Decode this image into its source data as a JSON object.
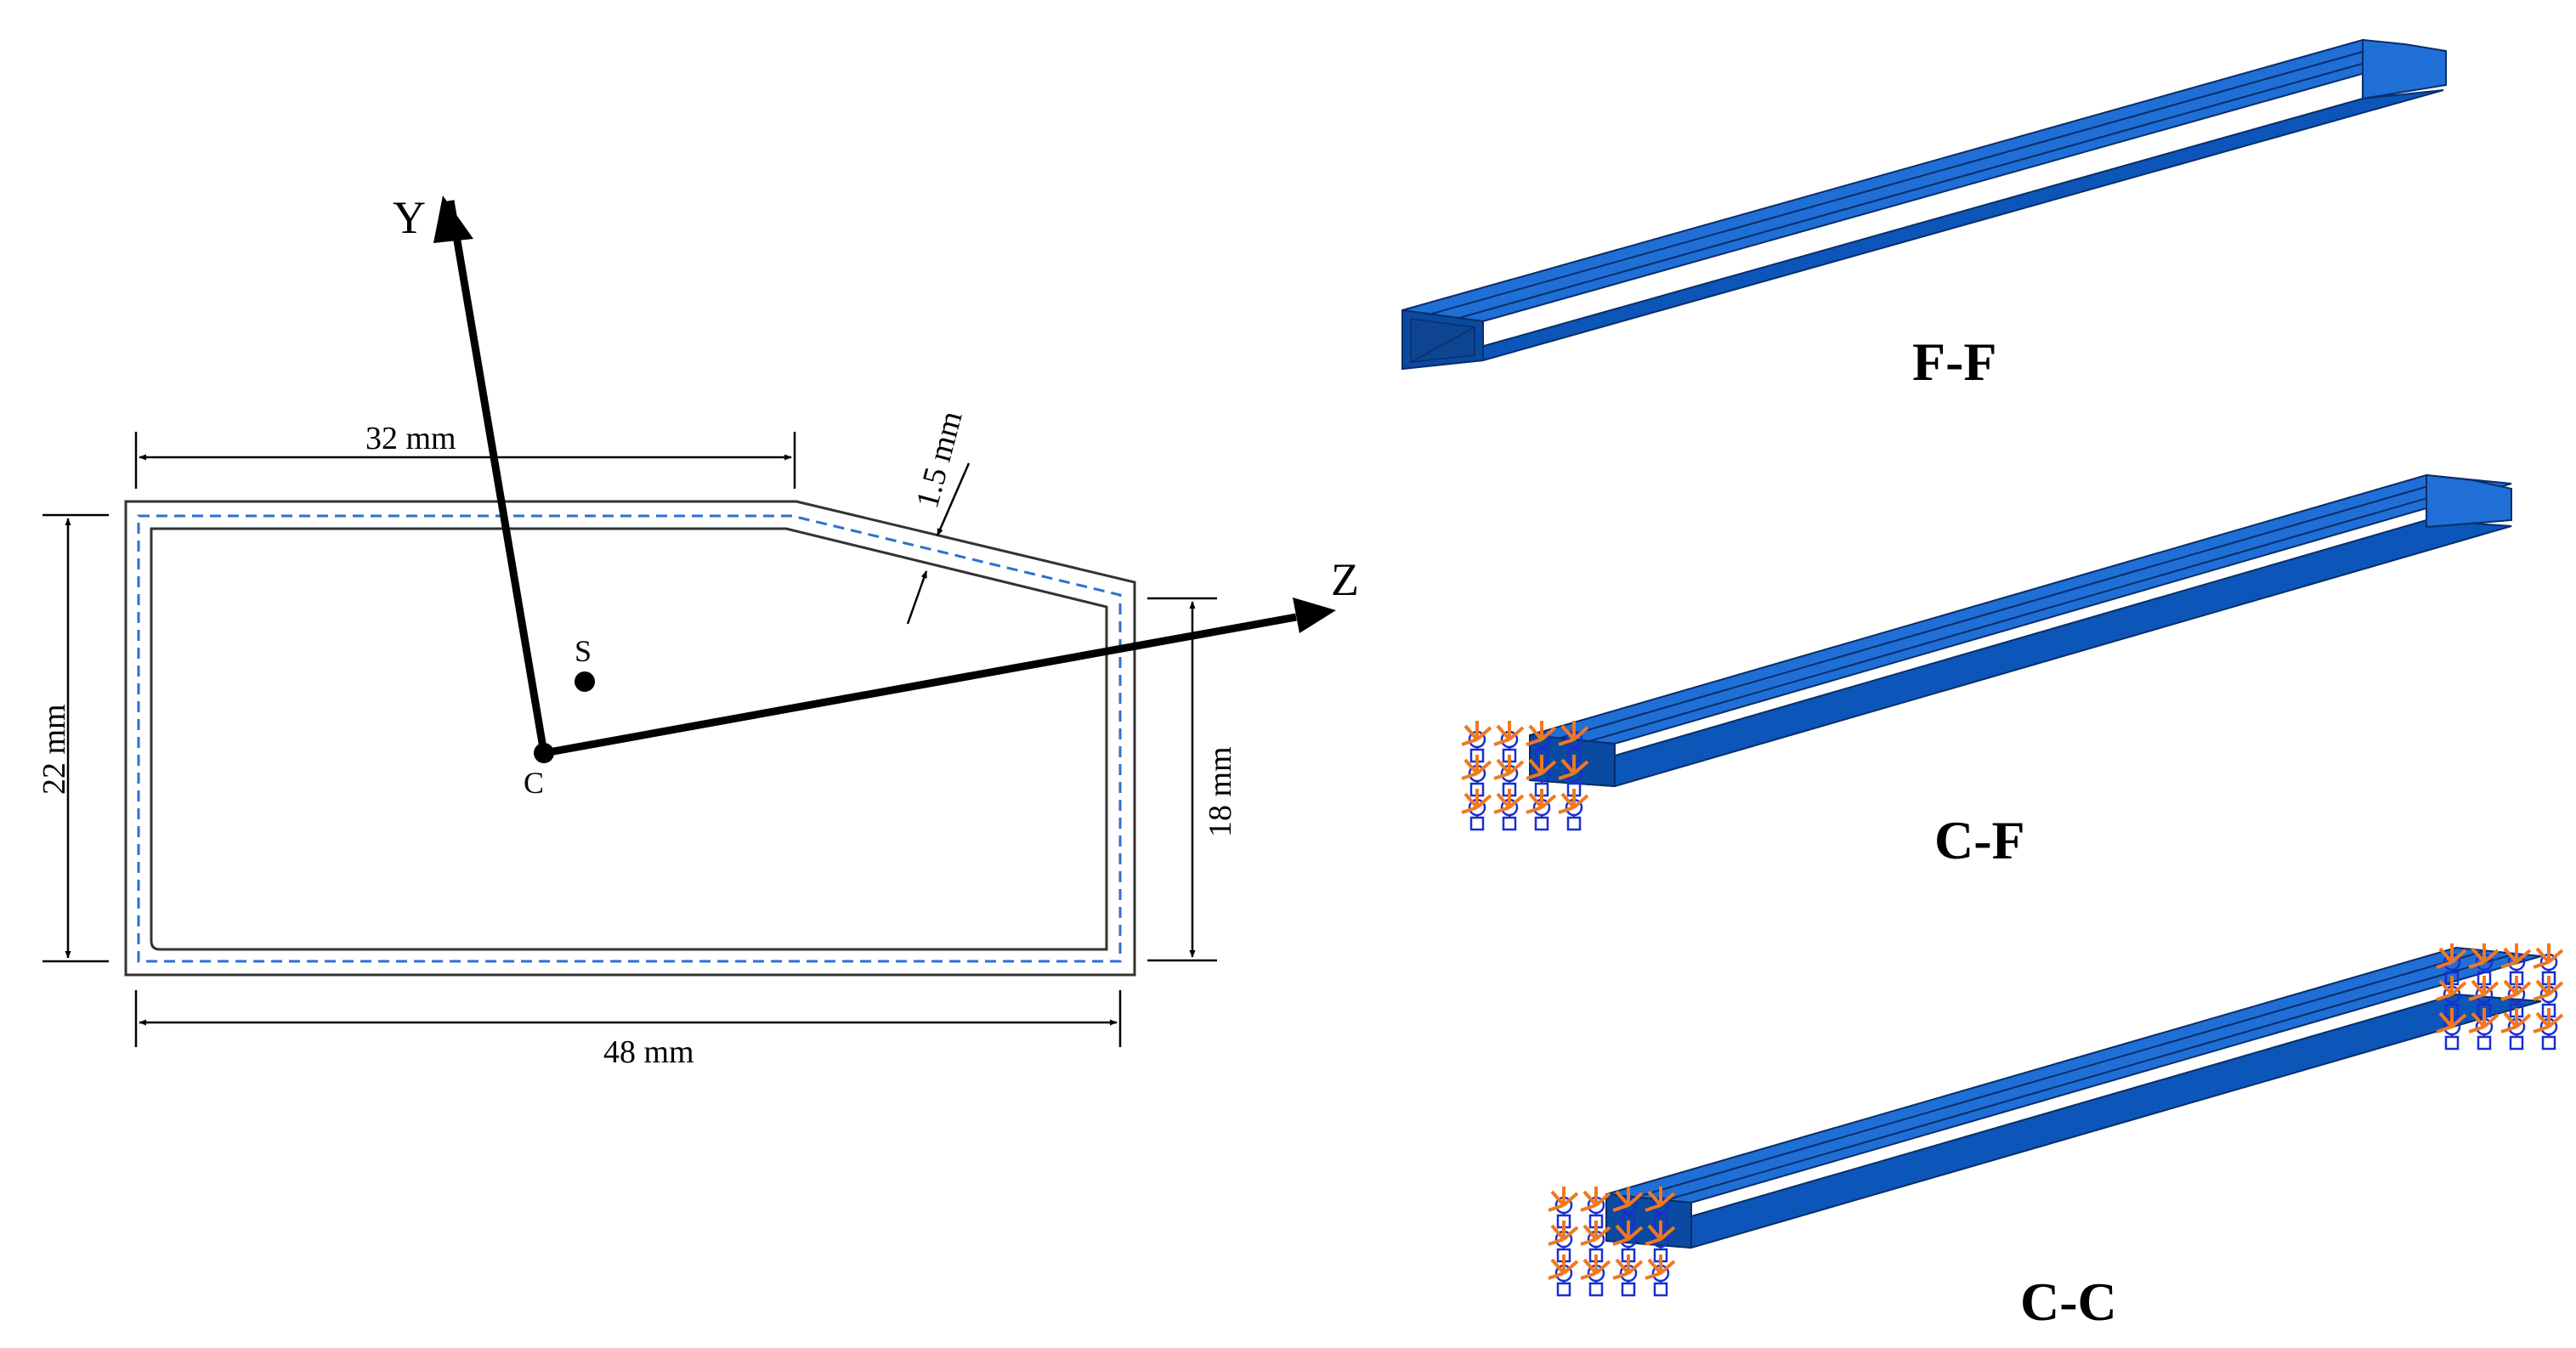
{
  "cross_section": {
    "axis_y": "Y",
    "axis_z": "Z",
    "centroid": "C",
    "shear_center": "S",
    "dim_top": "32 mm",
    "dim_thickness": "1.5 mm",
    "dim_left": "22 mm",
    "dim_right": "18 mm",
    "dim_bottom": "48 mm"
  },
  "models": [
    {
      "label": "F-F"
    },
    {
      "label": "C-F"
    },
    {
      "label": "C-C"
    }
  ],
  "colors": {
    "beam_top": "#1f6fd6",
    "beam_side": "#0b56b8",
    "beam_end": "#0a4aa0",
    "section_midline": "#2f6fd0",
    "bc_orange": "#f07820",
    "bc_blue": "#1a2fd0"
  }
}
